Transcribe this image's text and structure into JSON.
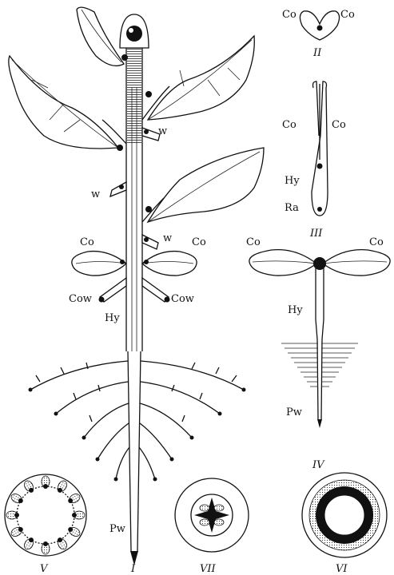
{
  "labels": {
    "co": "Co",
    "hy": "Hy",
    "ra": "Ra",
    "pw": "Pw",
    "w": "w",
    "cow": "Cow"
  },
  "panels": {
    "i": "I",
    "ii": "II",
    "iii": "III",
    "iv": "IV",
    "v": "V",
    "vi": "VI",
    "vii": "VII"
  },
  "colors": {
    "ink": "#111111",
    "paper": "#ffffff"
  }
}
